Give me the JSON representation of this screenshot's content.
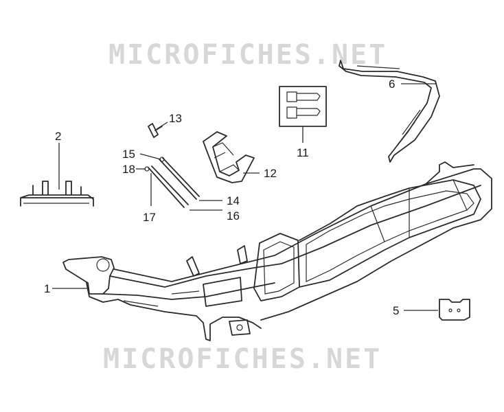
{
  "watermark": {
    "top": "MICROFICHES.NET",
    "bottom": "MICROFICHES.NET"
  },
  "callouts": {
    "c1": "1",
    "c2": "2",
    "c5": "5",
    "c6": "6",
    "c11": "11",
    "c12": "12",
    "c13": "13",
    "c14": "14",
    "c15": "15",
    "c16": "16",
    "c17": "17",
    "c18": "18"
  }
}
